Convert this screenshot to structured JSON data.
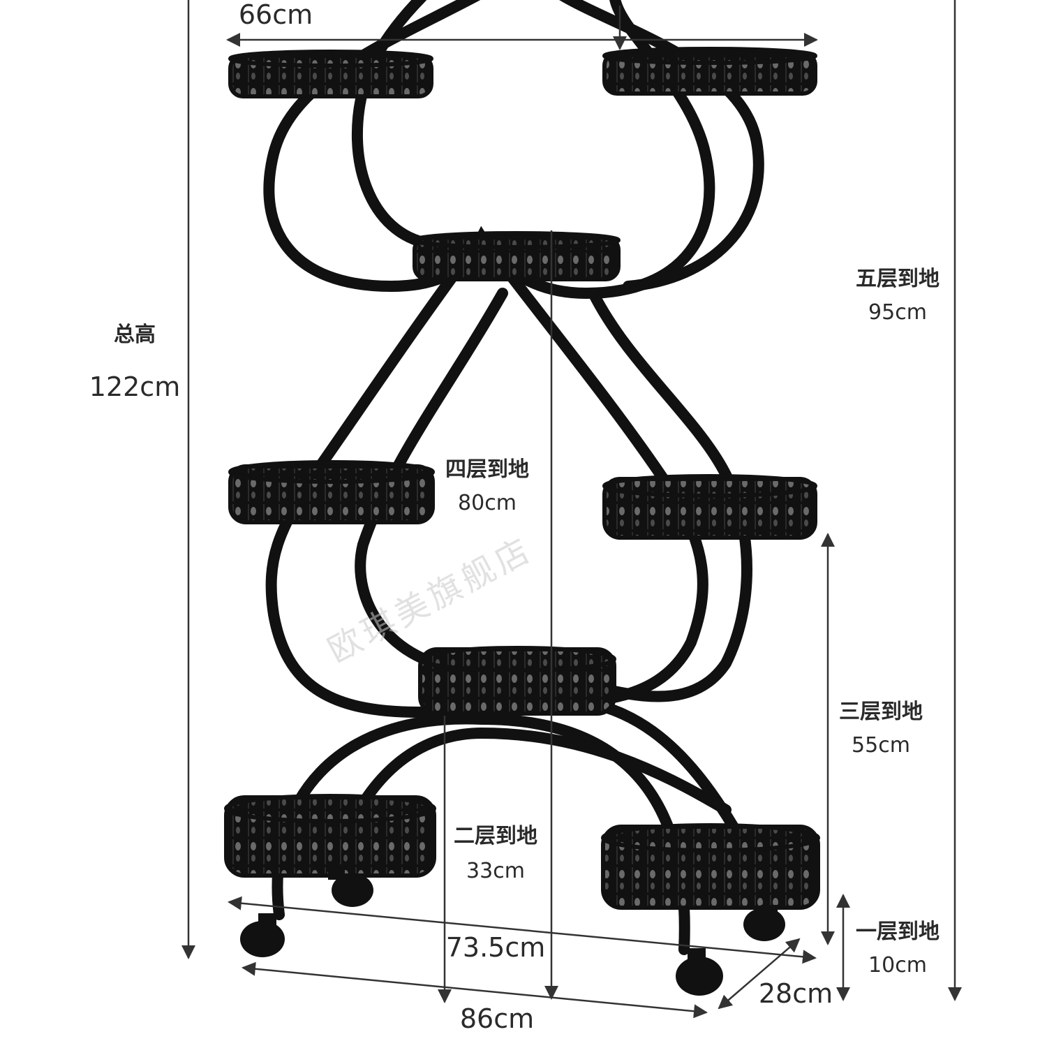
{
  "labels": {
    "top_width": "66cm",
    "total_height_title": "总高",
    "total_height_value": "122cm",
    "tier5_title": "五层到地",
    "tier5_value": "95cm",
    "tier4_title": "四层到地",
    "tier4_value": "80cm",
    "tier3_title": "三层到地",
    "tier3_value": "55cm",
    "tier2_title": "二层到地",
    "tier2_value": "33cm",
    "tier1_title": "一层到地",
    "tier1_value": "10cm",
    "inner_width": "73.5cm",
    "depth": "28cm",
    "base_width": "86cm"
  },
  "watermark": "欧琪美旗舰店",
  "colors": {
    "frame": "#111111",
    "dimension_line": "#333333",
    "text": "#2a2a2a",
    "background": "#ffffff"
  }
}
